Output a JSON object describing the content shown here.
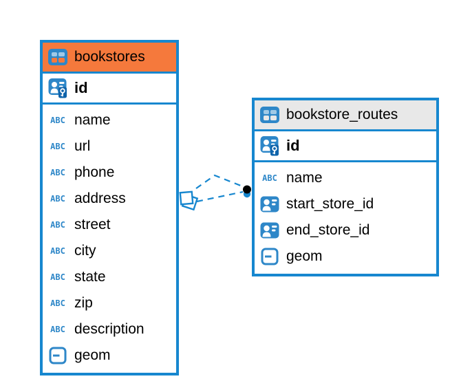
{
  "diagram": {
    "canvas": {
      "background": "#ffffff"
    },
    "colors": {
      "accent_blue": "#1787cf",
      "icon_blue": "#2e87c8",
      "key_overlay_blue": "#0f64ab",
      "bookstores_header_orange": "#f5793c",
      "routes_header_gray": "#e8e8e8",
      "text_black": "#000000",
      "connector_dot_black": "#000000"
    },
    "abc_label": "ABC",
    "tables": [
      {
        "title": "bookstores",
        "header_icon": "table-icon",
        "header_color_key": "bookstores_header_orange",
        "columns": [
          {
            "label": "id",
            "kind": "pk",
            "icon": "primary-key-icon"
          },
          {
            "label": "name",
            "kind": "text",
            "icon": "text-type-icon"
          },
          {
            "label": "url",
            "kind": "text",
            "icon": "text-type-icon"
          },
          {
            "label": "phone",
            "kind": "text",
            "icon": "text-type-icon"
          },
          {
            "label": "address",
            "kind": "text",
            "icon": "text-type-icon"
          },
          {
            "label": "street",
            "kind": "text",
            "icon": "text-type-icon"
          },
          {
            "label": "city",
            "kind": "text",
            "icon": "text-type-icon"
          },
          {
            "label": "state",
            "kind": "text",
            "icon": "text-type-icon"
          },
          {
            "label": "zip",
            "kind": "text",
            "icon": "text-type-icon"
          },
          {
            "label": "description",
            "kind": "text",
            "icon": "text-type-icon"
          },
          {
            "label": "geom",
            "kind": "geometry",
            "icon": "geometry-type-icon"
          }
        ]
      },
      {
        "title": "bookstore_routes",
        "header_icon": "table-icon",
        "header_color_key": "routes_header_gray",
        "columns": [
          {
            "label": "id",
            "kind": "pk",
            "icon": "primary-key-icon"
          },
          {
            "label": "name",
            "kind": "text",
            "icon": "text-type-icon"
          },
          {
            "label": "start_store_id",
            "kind": "fk",
            "icon": "foreign-key-icon"
          },
          {
            "label": "end_store_id",
            "kind": "fk",
            "icon": "foreign-key-icon"
          },
          {
            "label": "geom",
            "kind": "geometry",
            "icon": "geometry-type-icon"
          }
        ]
      }
    ],
    "relationship": {
      "from_table": "bookstores",
      "to_table": "bookstore_routes",
      "line_style": "dashed",
      "from_marker": "stacked-squares-marker",
      "to_marker": "filled-dot-marker"
    }
  }
}
